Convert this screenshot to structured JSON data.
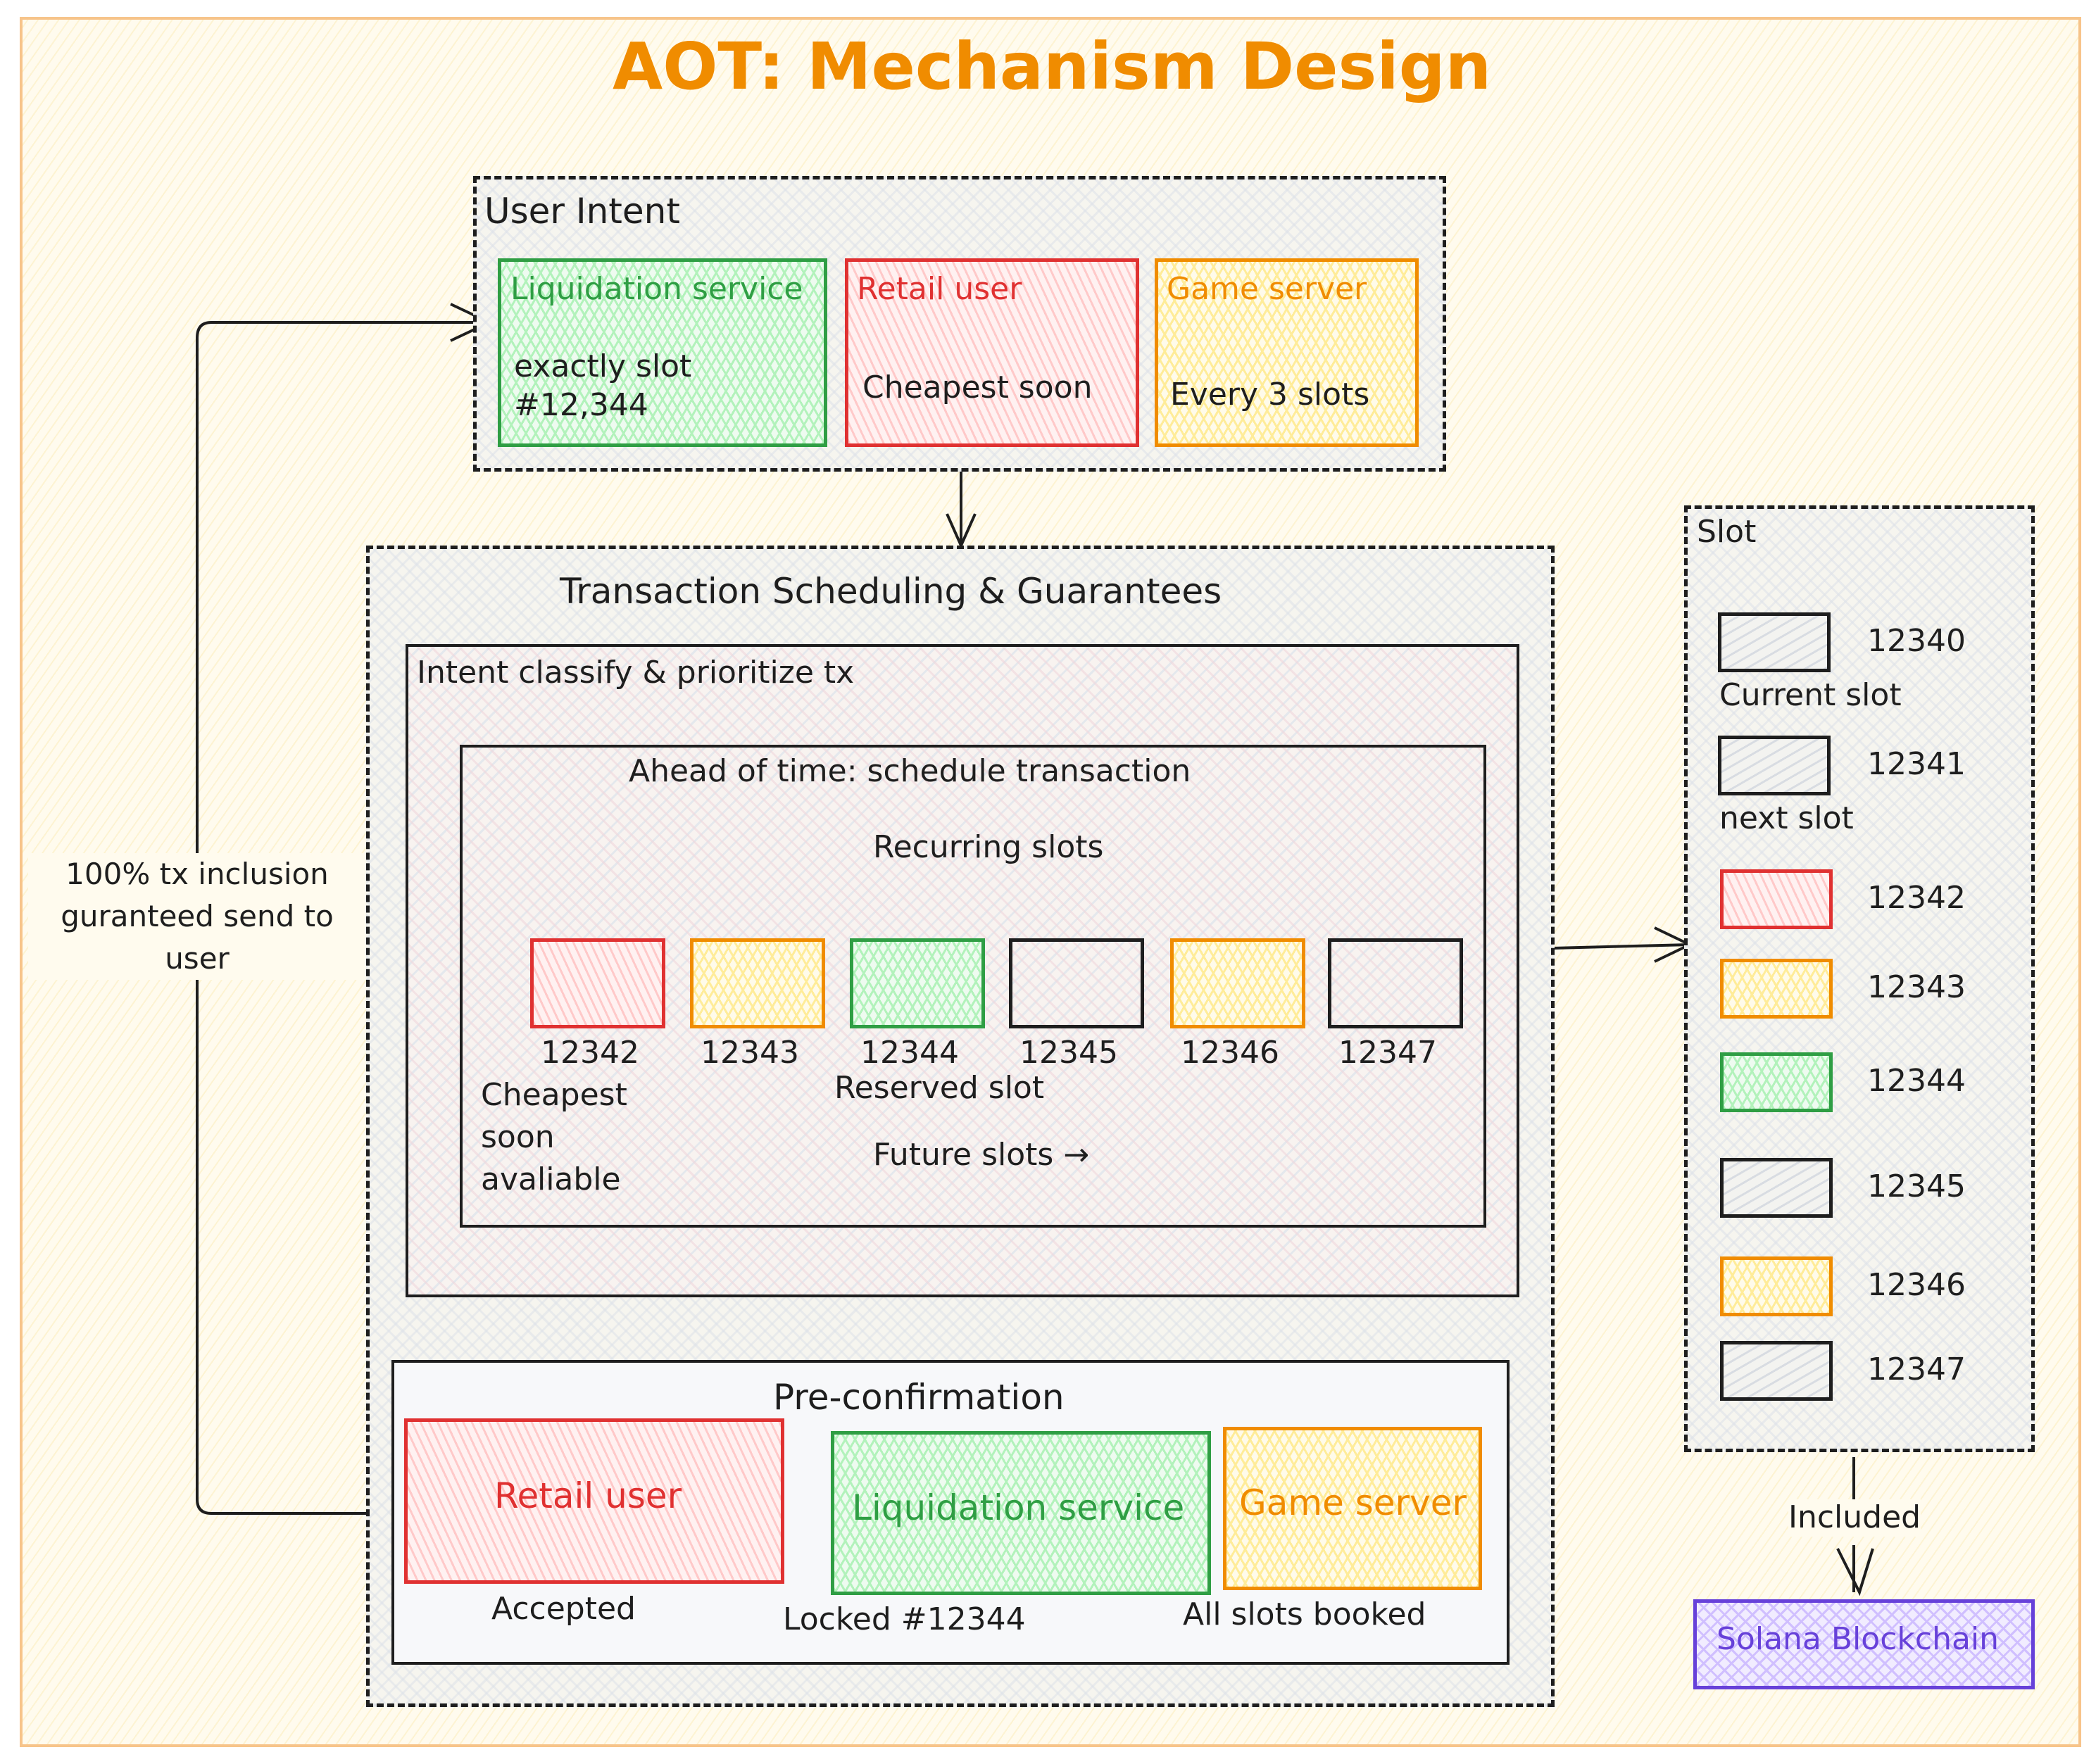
{
  "title": "AOT: Mechanism Design",
  "user_intent": {
    "label": "User Intent",
    "cards": [
      {
        "name": "Liquidation service",
        "desc_line1": "exactly slot",
        "desc_line2": "#12,344",
        "color": "#2f9e44"
      },
      {
        "name": "Retail user",
        "desc_line1": "Cheapest soon",
        "color": "#e03131"
      },
      {
        "name": "Game server",
        "desc_line1": "Every 3 slots",
        "color": "#f08c00"
      }
    ]
  },
  "scheduling": {
    "title": "Transaction Scheduling & Guarantees",
    "classify_label": "Intent classify & prioritize tx",
    "ahead_label": "Ahead of time: schedule transaction",
    "recurring_label": "Recurring slots",
    "slots": [
      {
        "number": "12342",
        "color": "red"
      },
      {
        "number": "12343",
        "color": "orange"
      },
      {
        "number": "12344",
        "color": "green"
      },
      {
        "number": "12345",
        "color": "none"
      },
      {
        "number": "12346",
        "color": "orange"
      },
      {
        "number": "12347",
        "color": "none"
      }
    ],
    "cheapest_note": [
      "Cheapest",
      "soon",
      "avaliable"
    ],
    "reserved_note": "Reserved slot",
    "future_note": "Future slots →"
  },
  "preconfirmation": {
    "title": "Pre-confirmation",
    "cards": [
      {
        "name": "Retail user",
        "status": "Accepted"
      },
      {
        "name": "Liquidation service",
        "status": "Locked #12344"
      },
      {
        "name": "Game server",
        "status": "All slots booked"
      }
    ]
  },
  "feedback_note": [
    "100% tx inclusion",
    "guranteed send to",
    "user"
  ],
  "slot_panel": {
    "label": "Slot",
    "items": [
      {
        "number": "12340",
        "caption": "Current slot",
        "color": "black"
      },
      {
        "number": "12341",
        "caption": "next slot",
        "color": "black"
      },
      {
        "number": "12342",
        "color": "red"
      },
      {
        "number": "12343",
        "color": "orange"
      },
      {
        "number": "12344",
        "color": "green"
      },
      {
        "number": "12345",
        "color": "black"
      },
      {
        "number": "12346",
        "color": "orange"
      },
      {
        "number": "12347",
        "color": "black"
      }
    ]
  },
  "included_label": "Included",
  "blockchain_label": "Solana Blockchain"
}
